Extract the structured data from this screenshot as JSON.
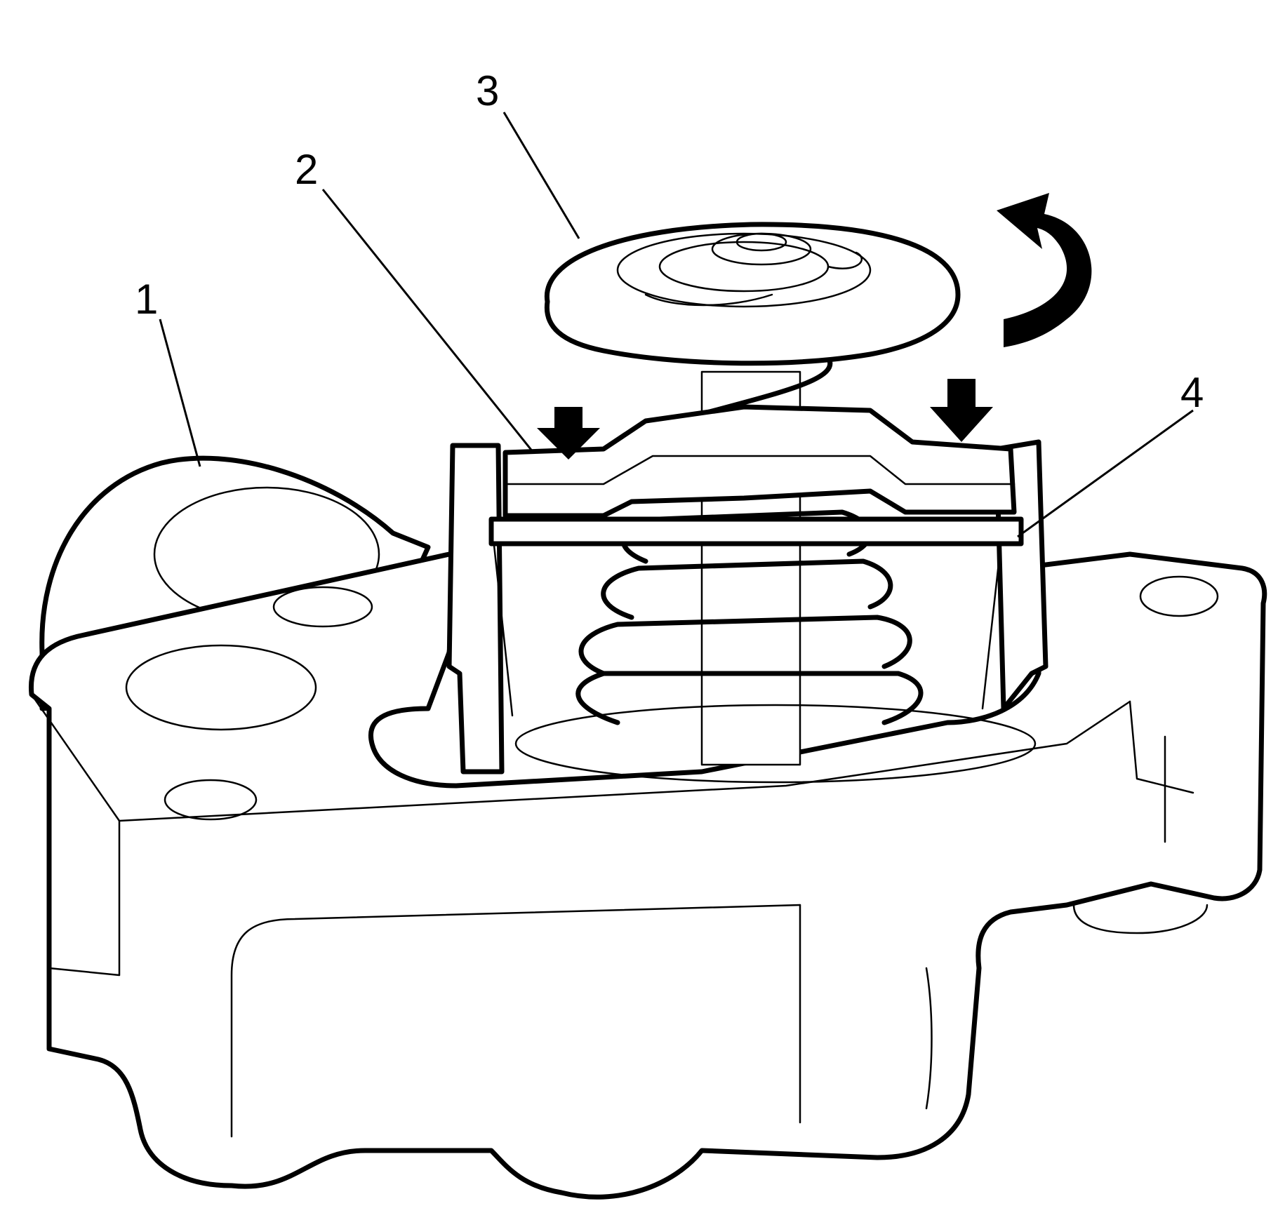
{
  "diagram": {
    "callouts": [
      {
        "id": "1",
        "label": "1"
      },
      {
        "id": "2",
        "label": "2"
      },
      {
        "id": "3",
        "label": "3"
      },
      {
        "id": "4",
        "label": "4"
      }
    ],
    "colors": {
      "line": "#000000",
      "background": "#ffffff"
    },
    "symbols": [
      "press-down-arrow-icon",
      "press-down-arrow-icon",
      "rotate-arrow-icon"
    ]
  }
}
